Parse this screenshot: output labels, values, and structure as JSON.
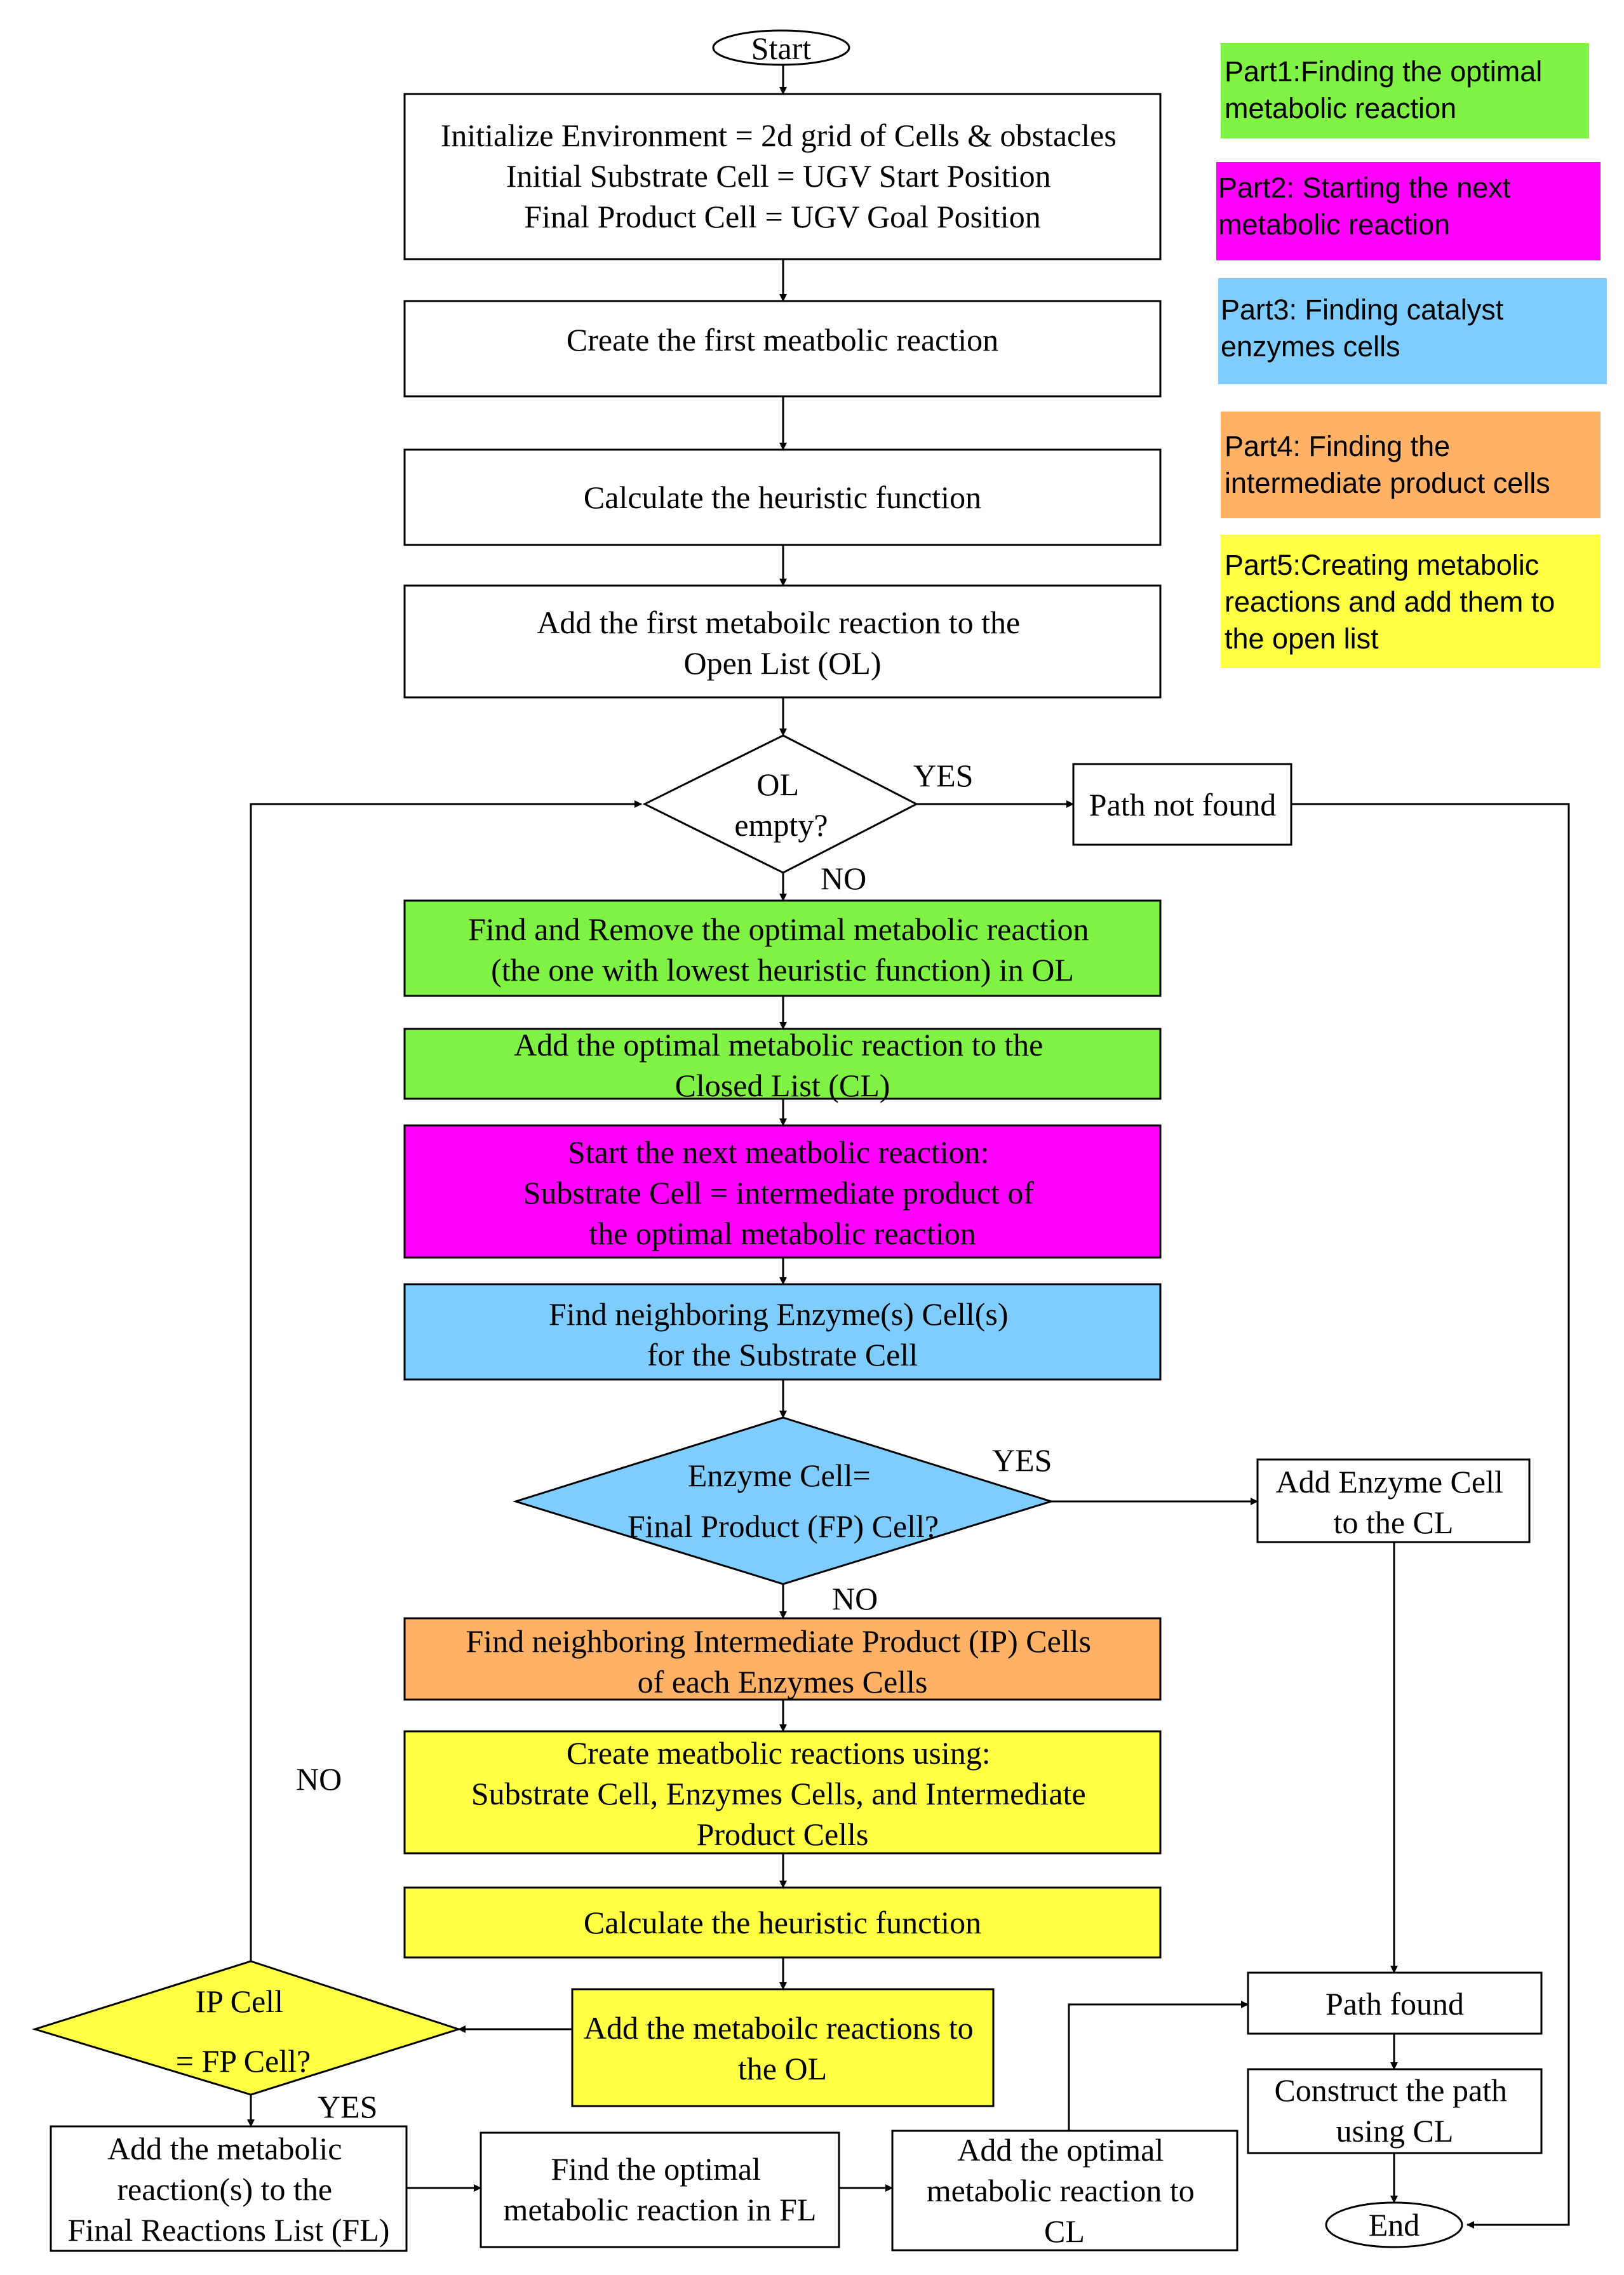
{
  "colors": {
    "part1": "#7ff244",
    "part2": "#ff00ff",
    "part3": "#7fcdff",
    "part4": "#ffb265",
    "part5": "#ffff44",
    "plain": "#ffffff"
  },
  "legend": [
    {
      "id": "part1",
      "lines": [
        "Part1:Finding the optimal",
        "metabolic reaction"
      ]
    },
    {
      "id": "part2",
      "lines": [
        "Part2: Starting the next",
        "metabolic reaction"
      ]
    },
    {
      "id": "part3",
      "lines": [
        "Part3: Finding catalyst",
        "enzymes cells"
      ]
    },
    {
      "id": "part4",
      "lines": [
        "Part4: Finding the",
        "intermediate product cells"
      ]
    },
    {
      "id": "part5",
      "lines": [
        "Part5:Creating metabolic",
        "reactions and add them to",
        "the open list"
      ]
    }
  ],
  "nodes": {
    "start": [
      "Start"
    ],
    "init": [
      "Initialize Environment = 2d grid of Cells & obstacles",
      "Initial Substrate Cell = UGV Start Position",
      "Final Product Cell = UGV Goal Position"
    ],
    "create_first": [
      "Create the first meatbolic reaction"
    ],
    "calc_h1": [
      "Calculate the heuristic function"
    ],
    "add_first": [
      "Add the first metaboilc reaction to the",
      "Open List (OL)"
    ],
    "ol_empty": [
      "OL",
      "empty?"
    ],
    "path_not_found": [
      "Path not found"
    ],
    "find_remove": [
      "Find and Remove the optimal metabolic reaction",
      "(the one with lowest heuristic function) in OL"
    ],
    "add_closed": [
      "Add the optimal metabolic reaction to the",
      "Closed List (CL)"
    ],
    "start_next": [
      "Start the next meatbolic reaction:",
      "Substrate Cell = intermediate product of",
      "the optimal metabolic reaction"
    ],
    "find_enzyme": [
      "Find neighboring Enzyme(s) Cell(s)",
      "for the Substrate Cell"
    ],
    "enzyme_fp": [
      "Enzyme Cell=",
      "Final Product (FP) Cell?"
    ],
    "add_enzyme_cl": [
      "Add Enzyme Cell",
      "to the CL"
    ],
    "find_ip": [
      "Find neighboring Intermediate Product (IP) Cells",
      "of each Enzymes Cells"
    ],
    "create_reactions": [
      "Create meatbolic reactions using:",
      "Substrate Cell, Enzymes Cells, and Intermediate",
      "Product Cells"
    ],
    "calc_h2": [
      "Calculate the heuristic function"
    ],
    "add_ol": [
      "Add the metaboilc reactions to",
      "the OL"
    ],
    "ip_fp": [
      "IP Cell",
      "=  FP Cell?"
    ],
    "add_fl": [
      "Add the metabolic",
      "reaction(s) to the",
      "Final Reactions List (FL)"
    ],
    "find_opt_fl": [
      "Find the optimal",
      "metabolic reaction in FL"
    ],
    "add_opt_cl": [
      "Add the optimal",
      "metabolic reaction to",
      "CL"
    ],
    "path_found": [
      "Path found"
    ],
    "construct": [
      "Construct the path",
      "using CL"
    ],
    "end": [
      "End"
    ]
  },
  "edge_labels": {
    "ol_yes": "YES",
    "ol_no": "NO",
    "enzyme_yes": "YES",
    "enzyme_no": "NO",
    "ip_no": "NO",
    "ip_yes": "YES"
  }
}
